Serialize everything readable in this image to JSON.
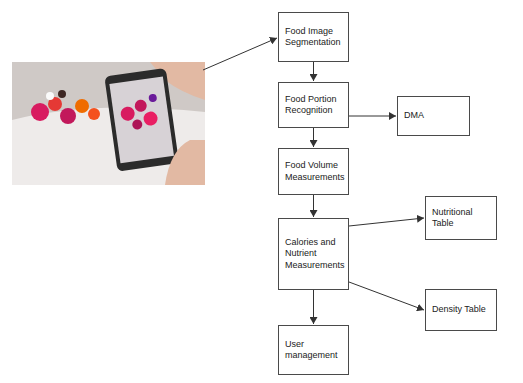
{
  "diagram": {
    "nodes": [
      {
        "text": [
          "Food Image Segmentation"
        ]
      },
      {
        "text": [
          "Food Portion Recognition"
        ]
      },
      {
        "text": [
          "DMA"
        ]
      },
      {
        "text": [
          "Food Volume Measurements"
        ]
      },
      {
        "text": [
          "Calories and Nutrient Measurements"
        ]
      },
      {
        "text": [
          "Nutritional Table"
        ]
      },
      {
        "text": [
          "Density Table"
        ]
      },
      {
        "text": [
          "User management"
        ]
      }
    ],
    "edges": [
      {
        "from": 0,
        "to": 1,
        "arrow": "to"
      },
      {
        "from": 1,
        "to": 2,
        "arrow": "to"
      },
      {
        "from": 1,
        "to": 3,
        "arrow": "to"
      },
      {
        "from": 3,
        "to": 4,
        "arrow": "to"
      },
      {
        "from": 4,
        "to": 5,
        "arrow": "to"
      },
      {
        "from": 4,
        "to": 6,
        "arrow": "to"
      },
      {
        "from": 4,
        "to": 7,
        "arrow": "to"
      }
    ]
  }
}
